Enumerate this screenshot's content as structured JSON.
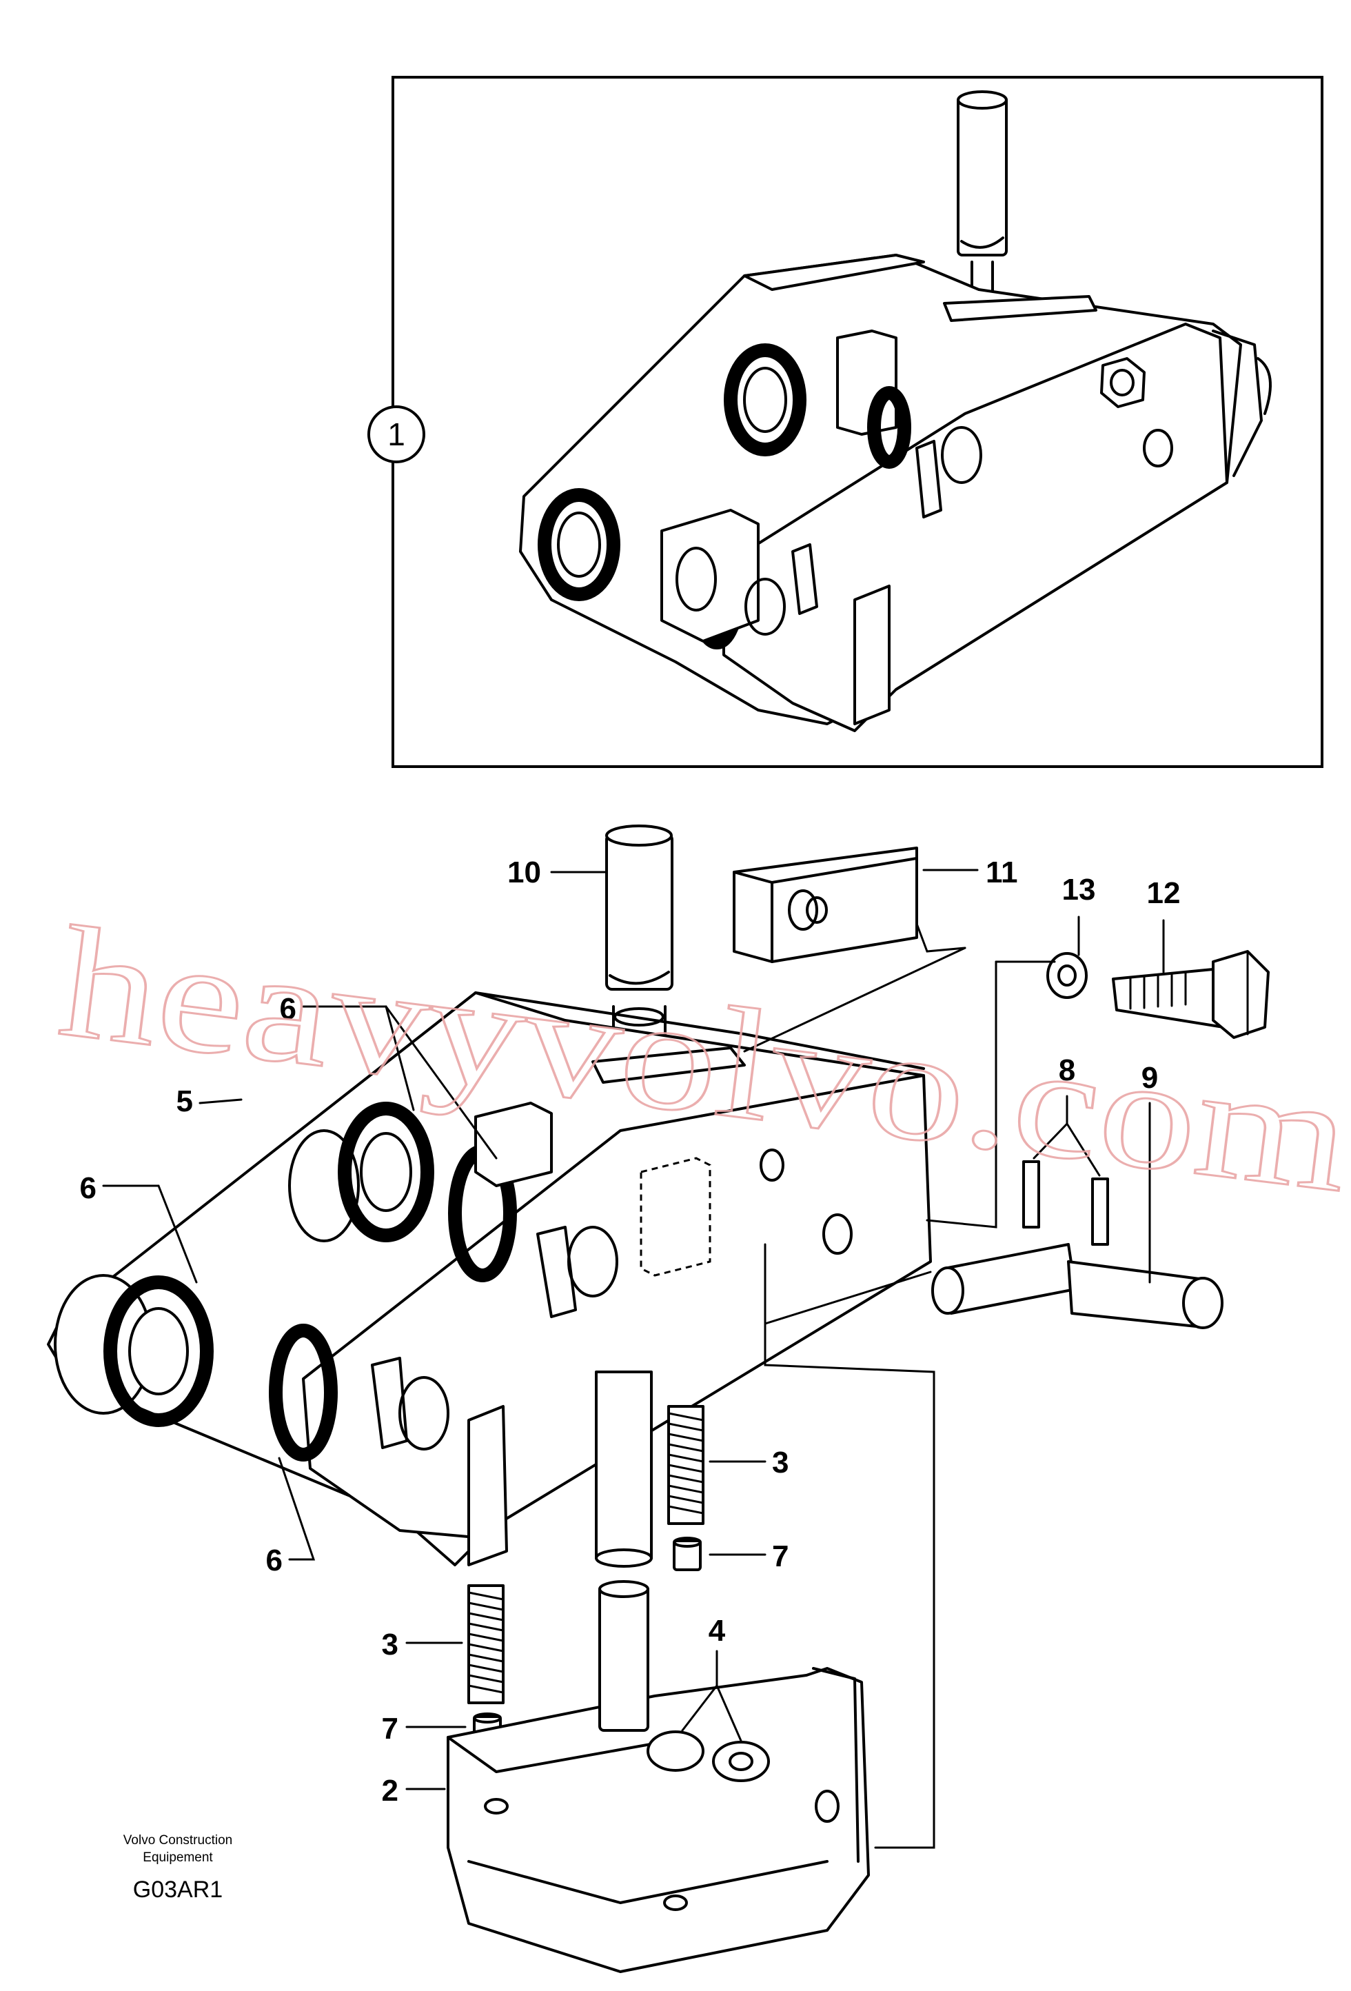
{
  "diagram": {
    "inset_assembly_number": "1",
    "callouts": {
      "c2": "2",
      "c3a": "3",
      "c3b": "3",
      "c4": "4",
      "c5": "5",
      "c6a": "6",
      "c6b": "6",
      "c6c": "6",
      "c7a": "7",
      "c7b": "7",
      "c8": "8",
      "c9": "9",
      "c10": "10",
      "c11": "11",
      "c12": "12",
      "c13": "13"
    }
  },
  "footer": {
    "publisher_line1": "Volvo Construction",
    "publisher_line2": "Equipement",
    "figure_code": "G03AR1"
  },
  "watermark": {
    "text": "heavyvolvo.com"
  }
}
